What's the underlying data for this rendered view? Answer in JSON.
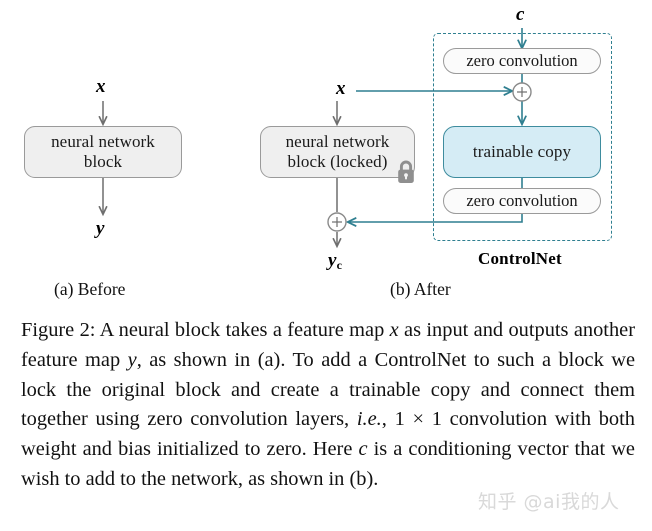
{
  "figure": {
    "panel_a": {
      "caption": "(a) Before",
      "input_label": "x",
      "output_label": "y",
      "block_label": "neural network block"
    },
    "panel_b": {
      "caption": "(b) After",
      "input_label": "x",
      "condition_label": "c",
      "output_label": "y",
      "output_subscript": "c",
      "block_label": "neural network block (locked)",
      "trainable_label": "trainable copy",
      "zero_conv_top_label": "zero convolution",
      "zero_conv_bottom_label": "zero convolution",
      "controlnet_label": "ControlNet",
      "lock_icon_name": "lock-icon",
      "add_node_label": "+"
    },
    "colors": {
      "accent_teal": "#2f7f90",
      "trainable_fill": "#d5ecf5",
      "block_fill": "#efefef",
      "block_stroke": "#9a9a9a",
      "arrow_gray": "#6e6e6e",
      "lock_gray": "#8f8f8f"
    }
  },
  "caption": {
    "label": "Figure 2:",
    "parts": {
      "p1": " A neural block takes a feature map ",
      "v1": "x",
      "p2": " as input and outputs another feature map ",
      "v2": "y",
      "p3": ", as shown in (a).  To add a ControlNet to such a block we lock the original block and create a trainable copy and connect them together using zero convolution layers, ",
      "ie": "i.e.",
      "p4": ", 1 ",
      "times": "×",
      "p5": " 1 convolution with both weight and bias initialized to zero. Here ",
      "v3": "c",
      "p6": " is a conditioning vector that we wish to add to the network, as shown in (b)."
    },
    "full_text": "Figure 2: A neural block takes a feature map x as input and outputs another feature map y, as shown in (a).  To add a ControlNet to such a block we lock the original block and create a trainable copy and connect them together using zero convolution layers, i.e., 1 × 1 convolution with both weight and bias initialized to zero. Here c is a conditioning vector that we wish to add to the network, as shown in (b)."
  },
  "watermark": {
    "text": "知乎 @ai我的人"
  }
}
